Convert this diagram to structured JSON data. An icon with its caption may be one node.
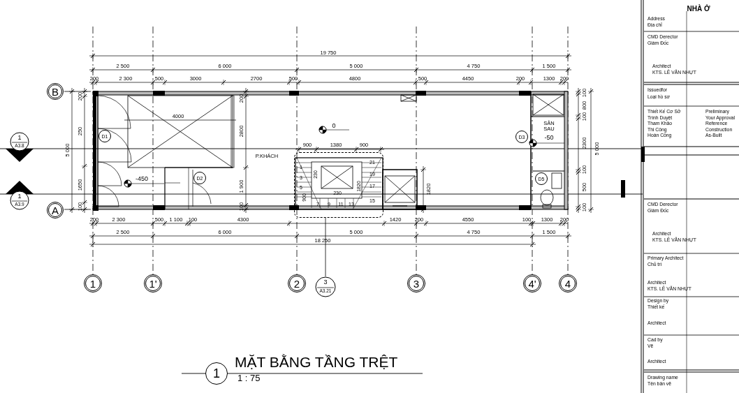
{
  "diagram": {
    "title": "MẶT BẰNG TẦNG TRỆT",
    "nodes": [
      {
        "text": [
          "B"
        ]
      },
      {
        "text": [
          "A"
        ]
      },
      {
        "text": [
          "1",
          "A3.8"
        ]
      },
      {
        "text": [
          "1",
          "A3.9"
        ]
      },
      {
        "text": [
          "D1"
        ]
      },
      {
        "text": [
          "D2"
        ]
      },
      {
        "text": [
          "D3"
        ]
      },
      {
        "text": [
          "D5"
        ]
      },
      {
        "text": [],
        "shape": "box"
      },
      {
        "text": [
          "1"
        ]
      },
      {
        "text": [
          "1'"
        ]
      },
      {
        "text": [
          "2"
        ]
      },
      {
        "text": [
          "3",
          "A3.21"
        ]
      },
      {
        "text": [
          "3"
        ]
      },
      {
        "text": [
          "4'"
        ]
      },
      {
        "text": [
          "4"
        ]
      },
      {
        "text": [
          "1"
        ]
      }
    ],
    "edges": [
      {
        "from": 12,
        "to": 8,
        "arrow": "none"
      }
    ],
    "labels": [
      "19 750",
      "2 500",
      "6 000",
      "5 000",
      "4 750",
      "1 500",
      "200",
      "2 300",
      "500",
      "3000",
      "2700",
      "500",
      "4800",
      "500",
      "4450",
      "200",
      "1300",
      "200",
      "5 000",
      "200",
      "250",
      "1650",
      "100",
      "4000",
      "200",
      "2800",
      "P.KHÁCH",
      "1 900",
      "100",
      "-450",
      "0",
      "SÂN SAU",
      "-50",
      "900",
      "1380",
      "900",
      "1",
      "3",
      "5",
      "7",
      "9",
      "11",
      "13",
      "15",
      "17",
      "19",
      "21",
      "230",
      "230",
      "1820",
      "900",
      "1820",
      "100",
      "800",
      "100",
      "2300",
      "100",
      "500",
      "100",
      "5 000",
      "200",
      "2 300",
      "500",
      "1 100",
      "100",
      "4300",
      "1420",
      "200",
      "4550",
      "100",
      "1300",
      "200",
      "2 500",
      "6 000",
      "5 000",
      "4 750",
      "1 500",
      "18 250",
      "1 : 75",
      "NHÀ Ở",
      "Address",
      "Địa chỉ",
      "CMD Derector",
      "Giám Đốc",
      "Architect",
      "KTS. LÊ VĂN NHỰT",
      "Issuedfor",
      "Loại hồ sơ",
      "Thiết Kế Cơ Sở",
      "Trình Duyệt",
      "Tham Khảo",
      "Thi Công",
      "Hoàn Công",
      "Preliminary",
      "Your Approval",
      "Reference",
      "Construction",
      "As-Built",
      "CMD Derector",
      "Giám Đốc",
      "Architect",
      "KTS. LÊ VĂN NHỰT",
      "Primary Architect",
      "Chủ trì",
      "Architect",
      "KTS. LÊ VĂN NHỰT",
      "Design by",
      "Thiết kế",
      "Architect",
      "Cad by",
      "Vẽ",
      "Architect",
      "Drawing name",
      "Tên bản vẽ"
    ]
  }
}
